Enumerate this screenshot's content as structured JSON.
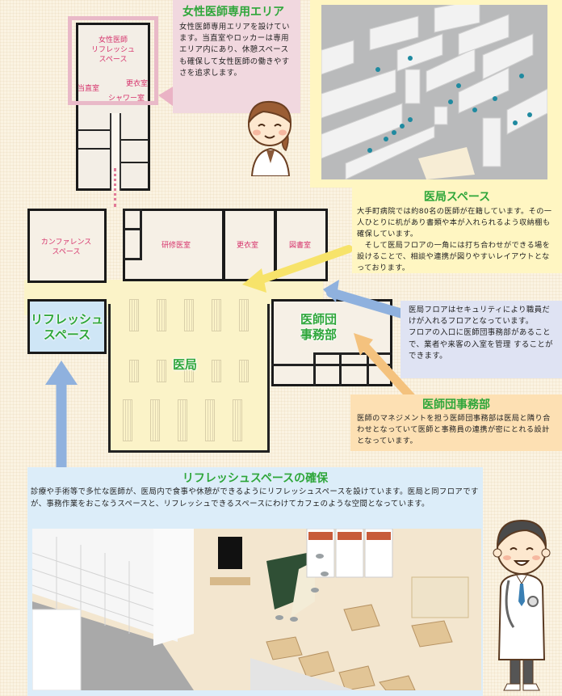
{
  "female_area": {
    "title": "女性医師専用エリア",
    "body": "女性医師専用エリアを設けています。当直室やロッカーは専用エリア内にあり、休憩スペースも確保して女性医師の働きやすさを追求します。",
    "floorplan_labels": {
      "refresh": "女性医師\nリフレッシュ\nスペース",
      "duty_room": "当直室",
      "changing_room": "更衣室",
      "shower_room": "シャワー室"
    }
  },
  "ikyoku_space": {
    "title": "医局スペース",
    "body_p1": "大手町病院では約80名の医師が在籍しています。その一人ひとりに机があり書類や本が入れられるよう収納棚も確保しています。",
    "body_p2": "　そして医局フロアの一角には打ち合わせができる場を設けることで、相談や連携が図りやすいレイアウトとなっております。",
    "photo_alt": "医局スペース 3Dレンダリング"
  },
  "security_note": {
    "body_p1": "医局フロアはセキュリティにより職員だけが入れるフロアとなっています。",
    "body_p2": "フロアの入口に医師団事務部があることで、業者や来客の入室を管理 することができます。"
  },
  "jimu_dept": {
    "title": "医師団事務部",
    "body": "医師のマネジメントを担う医師団事務部は医局と隣り合わせとなっていて医師と事務員の連携が密にとれる設計となっています。"
  },
  "refresh_space": {
    "title": "リフレッシュスペースの確保",
    "body": "診療や手術等で多忙な医師が、医局内で食事や休憩ができるようにリフレッシュスペースを設けています。医局と同フロアですが、事務作業をおこなうスペースと、リフレッシュできるスペースにわけてカフェのような空間となっています。",
    "photo_alt": "リフレッシュスペース 3Dレンダリング"
  },
  "floorplan": {
    "conference": "カンファレンス\nスペース",
    "trainee_room": "研修医室",
    "changing_room": "更衣室",
    "library": "図書室",
    "refresh": "リフレッシュ\nスペース",
    "ikyoku": "医局",
    "jimu": "医師団\n事務部"
  },
  "colors": {
    "title_green": "#2ea63a",
    "female_pink": "#f1d8df",
    "ikyoku_yellow": "#fff6c2",
    "security_blue": "#dfe3f3",
    "jimu_orange": "#fde0b3",
    "refresh_blue": "#dcedf9",
    "arrow_yellow": "#f7e36a",
    "arrow_blue": "#8fb1de",
    "arrow_orange": "#f4c27e",
    "arrow_pink": "#eab3c5"
  }
}
